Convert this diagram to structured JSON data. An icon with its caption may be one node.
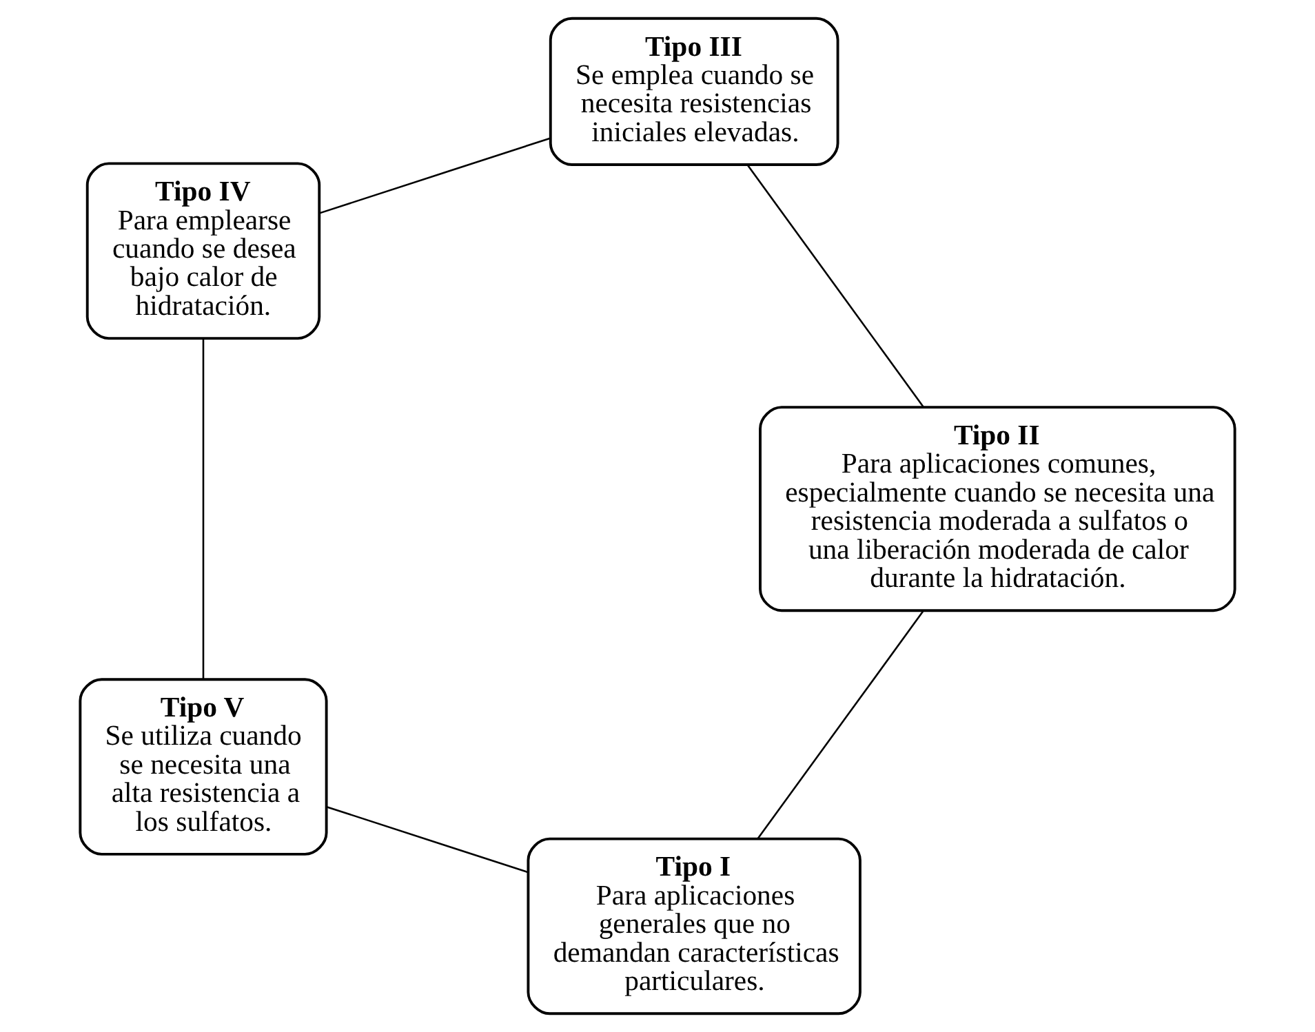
{
  "diagram": {
    "nodes": [
      {
        "text": [
          "Tipo I",
          "Para aplicaciones generales que no demandan características particulares."
        ]
      },
      {
        "text": [
          "Tipo II",
          "Para aplicaciones comunes, especialmente cuando se necesita una resistencia moderada a sulfatos o una liberación moderada de calor durante la hidratación."
        ]
      },
      {
        "text": [
          "Tipo V",
          "Se utiliza cuando se necesita una alta resistencia a los sulfatos."
        ]
      },
      {
        "text": [
          "Tipo III",
          "Se emplea cuando se necesita resistencias iniciales elevadas."
        ]
      },
      {
        "text": [
          "Tipo IV",
          "Para emplearse cuando se desea bajo calor de hidratación."
        ]
      }
    ],
    "edges": [
      {
        "from": 0,
        "to": 2,
        "arrow": "none"
      },
      {
        "from": 2,
        "to": 4,
        "arrow": "none"
      },
      {
        "from": 4,
        "to": 3,
        "arrow": "none"
      },
      {
        "from": 3,
        "to": 1,
        "arrow": "none"
      },
      {
        "from": 1,
        "to": 0,
        "arrow": "none"
      }
    ]
  }
}
